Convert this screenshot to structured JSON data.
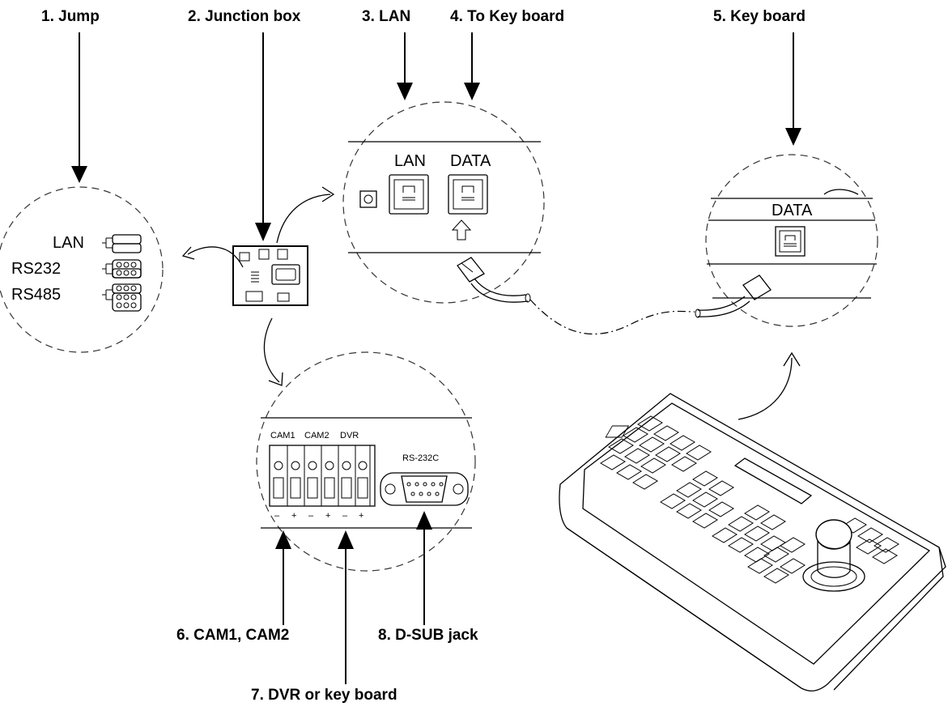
{
  "callouts": {
    "jump": "1. Jump",
    "junction_box": "2. Junction box",
    "lan": "3. LAN",
    "to_keyboard": "4. To Key board",
    "keyboard": "5. Key board",
    "cam": "6. CAM1, CAM2",
    "dvr": "7. DVR or key board",
    "dsub": "8. D-SUB jack"
  },
  "jumper_panel": {
    "lan": "LAN",
    "rs232": "RS232",
    "rs485": "RS485"
  },
  "lan_panel": {
    "lan": "LAN",
    "data": "DATA"
  },
  "keyboard_panel": {
    "data": "DATA"
  },
  "terminal_panel": {
    "cam1": "CAM1",
    "cam2": "CAM2",
    "dvr": "DVR",
    "rs232c": "RS-232C",
    "polarity": [
      "–",
      "+",
      "–",
      "+",
      "–",
      "+"
    ]
  }
}
